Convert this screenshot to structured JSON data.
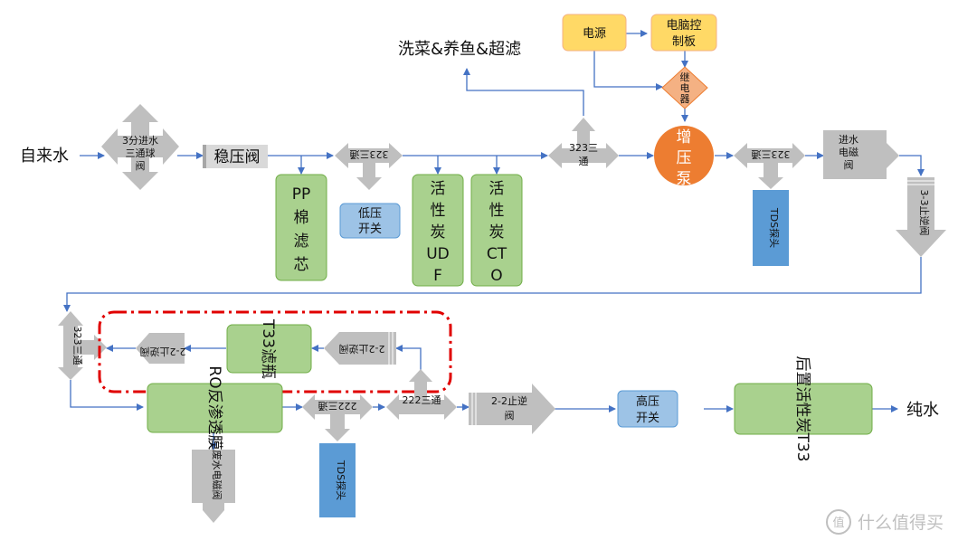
{
  "labels": {
    "tap_water": "自来水",
    "wash": "洗菜&养鱼&超滤",
    "pure_water": "纯水",
    "power": "电源",
    "ctrl_board": "电脑控制板",
    "relay": "继电器",
    "pump": "增压泵",
    "reg_valve": "稳压阀",
    "ball_valve": "3分进水三通球阀",
    "pp": "PP棉滤芯",
    "low_sw": "低压开关",
    "udf": "活性炭UDF",
    "cto": "活性炭CTO",
    "tee1": "323三通",
    "tee2": "323三通",
    "tee3": "323三通",
    "tee4": "323三通",
    "tee5": "222三通",
    "tee6": "222三通",
    "tds1": "TDS探头",
    "tds2": "TDS探头",
    "inlet_valve": "进水电磁阀",
    "check1": "3-3止逆阀",
    "t33_bottle": "T33滤瓶",
    "check2": "2-2止逆阀",
    "check3": "2-2止逆阀",
    "check4": "2-2止逆阀",
    "ro": "RO反渗透膜",
    "waste": "废水电磁阀",
    "high_sw": "高压开关",
    "post_carbon": "后置活性炭T33"
  },
  "watermark": {
    "text": "什么值得买",
    "logo_glyph": "值"
  },
  "colors": {
    "line": "#4472c4",
    "green_fill": "#a9d18e",
    "green_stroke": "#70ad47",
    "blue_fill": "#9dc3e6",
    "orange": "#f4b183",
    "pump": "#ed7d31",
    "yellow": "#ffd966",
    "grey": "#bfbfbf",
    "tds": "#5b9bd5",
    "dash": "#e00000"
  }
}
